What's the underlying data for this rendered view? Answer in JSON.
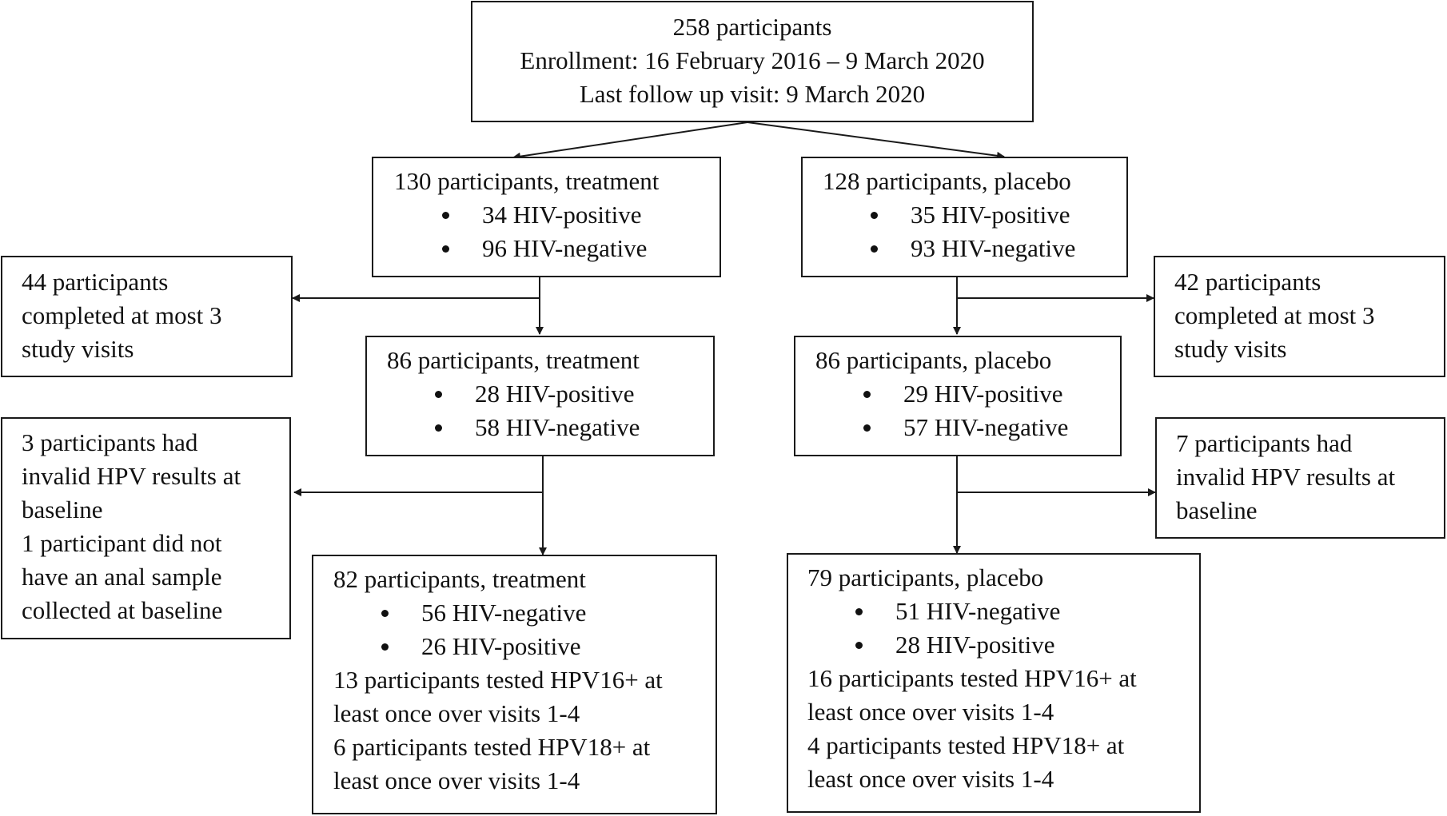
{
  "top": {
    "lines": [
      "258 participants",
      "Enrollment: 16 February 2016 – 9 March 2020",
      "Last follow up visit: 9 March 2020"
    ]
  },
  "treatment": {
    "arm": {
      "title": "130 participants, treatment",
      "bullets": [
        "34 HIV-positive",
        "96 HIV-negative"
      ]
    },
    "excluded1": {
      "lines": [
        "44 participants",
        "completed at most 3",
        "study visits"
      ]
    },
    "mid": {
      "title": "86 participants, treatment",
      "bullets": [
        "28 HIV-positive",
        "58 HIV-negative"
      ]
    },
    "excluded2": {
      "lines": [
        "3 participants had",
        "invalid HPV results at",
        "baseline",
        "1 participant did not",
        "have an anal sample",
        "collected at baseline"
      ]
    },
    "final": {
      "title": "82 participants, treatment",
      "bullets": [
        "56 HIV-negative",
        "26 HIV-positive"
      ],
      "notes": [
        "13 participants tested HPV16+ at",
        "least once over visits 1-4",
        "6 participants tested HPV18+ at",
        "least once over visits 1-4"
      ]
    }
  },
  "placebo": {
    "arm": {
      "title": "128 participants, placebo",
      "bullets": [
        "35 HIV-positive",
        "93 HIV-negative"
      ]
    },
    "excluded1": {
      "lines": [
        "42 participants",
        "completed at most 3",
        "study visits"
      ]
    },
    "mid": {
      "title": "86 participants, placebo",
      "bullets": [
        "29 HIV-positive",
        "57 HIV-negative"
      ]
    },
    "excluded2": {
      "lines": [
        "7 participants had",
        "invalid HPV results at",
        "baseline"
      ]
    },
    "final": {
      "title": "79 participants, placebo",
      "bullets": [
        "51 HIV-negative",
        "28 HIV-positive"
      ],
      "notes": [
        "16 participants tested HPV16+ at",
        "least once over visits 1-4",
        "4 participants tested HPV18+ at",
        "least once over visits 1-4"
      ]
    }
  },
  "colors": {
    "stroke": "#1a1a1a",
    "text": "#111111",
    "background": "#ffffff"
  }
}
